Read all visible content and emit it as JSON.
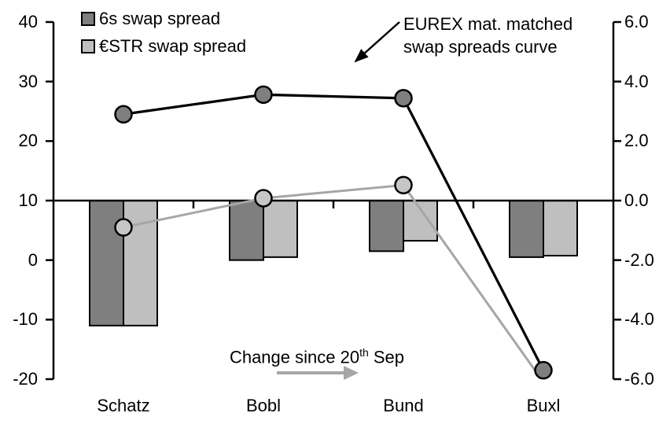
{
  "legend": {
    "items": [
      {
        "label": "6s swap spread",
        "color": "#7f7f7f"
      },
      {
        "label": "€STR swap spread",
        "color": "#bfbfbf"
      }
    ]
  },
  "annotations": {
    "curve_line1": "EUREX mat. matched",
    "curve_line2": "swap spreads curve",
    "change_prefix": "Change since 20",
    "change_sup": "th",
    "change_suffix": " Sep"
  },
  "chart_data": {
    "type": "combo",
    "categories": [
      "Schatz",
      "Bobl",
      "Bund",
      "Buxl"
    ],
    "left_axis": {
      "min": -20,
      "max": 40,
      "step": 10,
      "tick_labels": [
        "40",
        "30",
        "20",
        "10",
        "0",
        "-10",
        "-20"
      ]
    },
    "right_axis": {
      "min": -6,
      "max": 6,
      "step": 2,
      "tick_labels": [
        "6.0",
        "4.0",
        "2.0",
        "0.0",
        "-2.0",
        "-4.0",
        "-6.0"
      ]
    },
    "bar_baseline_right": 0,
    "series": [
      {
        "name": "6s swap spread — EUREX mat. matched swap spreads curve",
        "type": "line",
        "axis": "left",
        "line_color": "#000000",
        "marker_fill": "#7f7f7f",
        "values": [
          24.5,
          27.8,
          27.2,
          -18.5
        ]
      },
      {
        "name": "€STR swap spread — EUREX mat. matched swap spreads curve",
        "type": "line",
        "axis": "left",
        "line_color": "#a6a6a6",
        "marker_fill": "#c6c6c6",
        "values": [
          5.5,
          10.4,
          12.6,
          -20.5
        ],
        "last_marker_hidden": true
      },
      {
        "name": "6s swap spread — change since 20th Sep",
        "type": "bar",
        "axis": "right",
        "fill": "#7f7f7f",
        "values": [
          -4.2,
          -2.0,
          -1.7,
          -1.9
        ]
      },
      {
        "name": "€STR swap spread — change since 20th Sep",
        "type": "bar",
        "axis": "right",
        "fill": "#bfbfbf",
        "values": [
          -4.2,
          -1.9,
          -1.35,
          -1.85
        ]
      }
    ],
    "grid": false,
    "legend_position": "top-left",
    "annotation_colors": {
      "curve_arrow": "#000000",
      "change_arrow": "#a6a6a6"
    }
  }
}
